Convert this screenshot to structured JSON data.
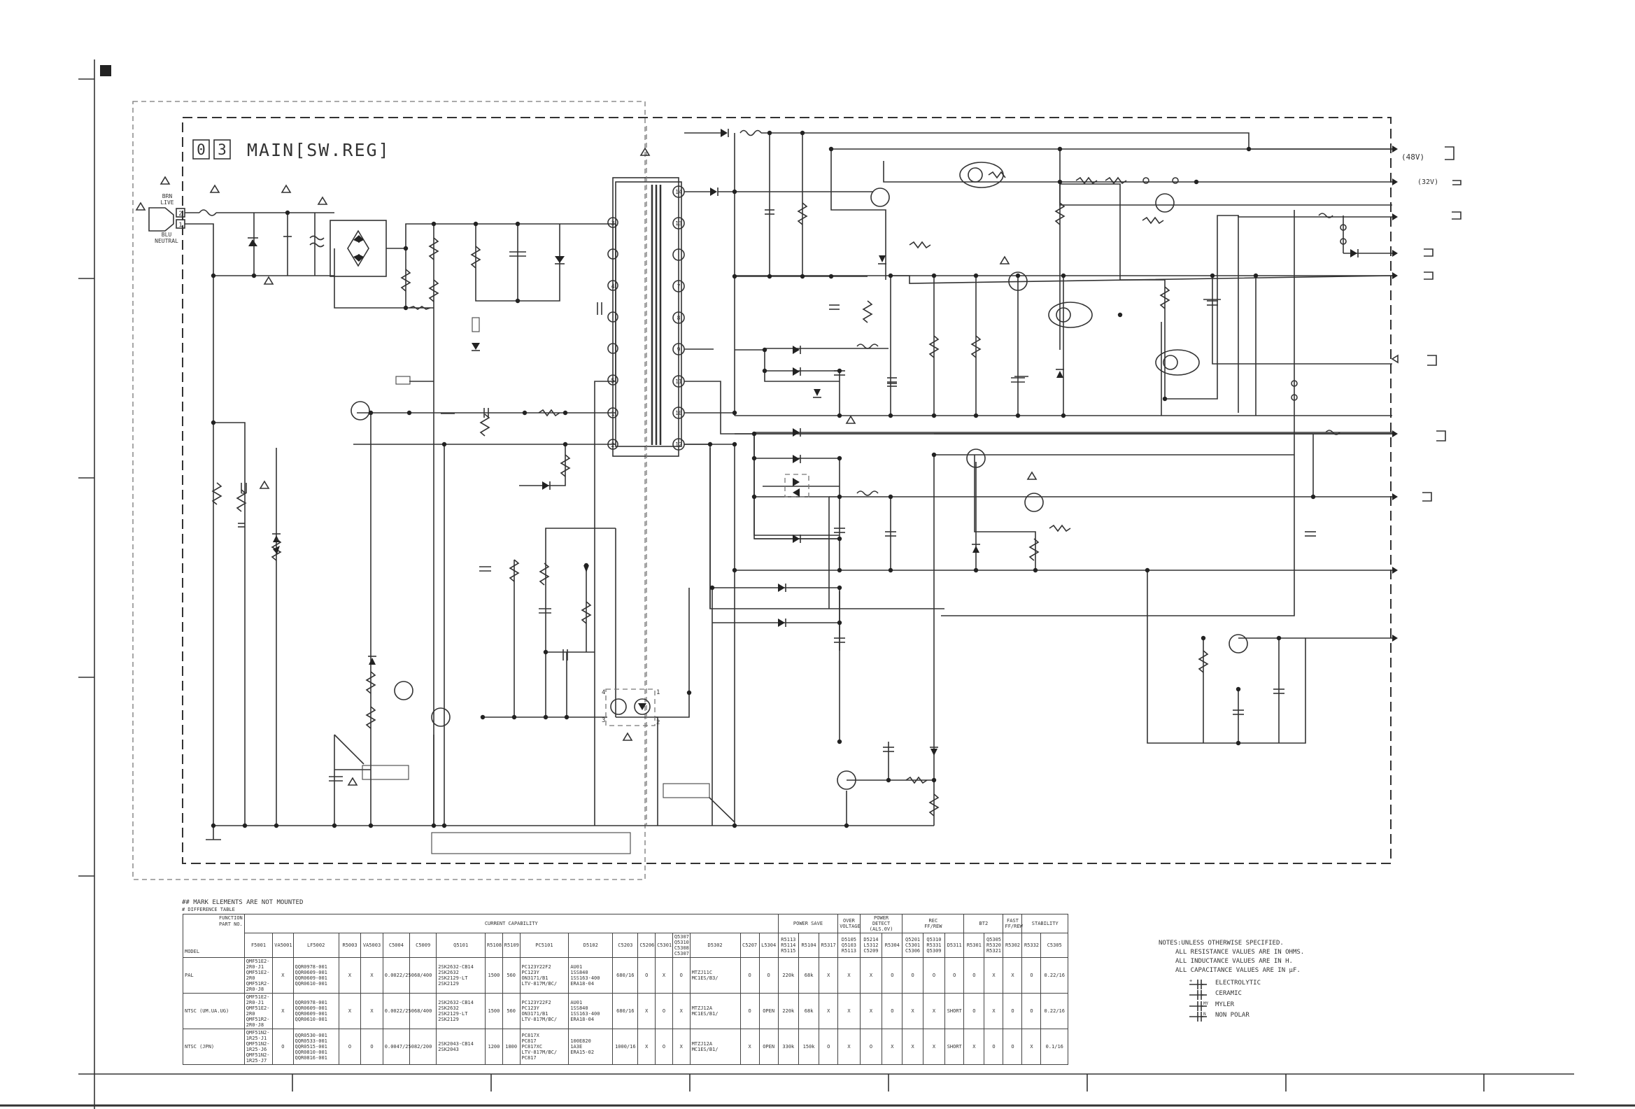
{
  "board": {
    "code_digits": [
      "0",
      "3"
    ],
    "title": "MAIN[SW.REG]"
  },
  "ac_input": {
    "live_label": "BRN\nLIVE",
    "neutral_label": "BLU\nNEUTRAL",
    "pin_top": "2",
    "pin_bottom": "1"
  },
  "outputs": [
    {
      "label": "(48V)"
    },
    {
      "label": "(32V)"
    }
  ],
  "transformer_pins": {
    "left": [
      "3",
      "4",
      "5",
      "1",
      "2"
    ],
    "right": [
      "14",
      "13",
      "7",
      "8",
      "9",
      "11",
      "10",
      "12"
    ]
  },
  "photocoupler_pins": {
    "p4": "4",
    "p1": "1",
    "p3": "3",
    "p2": "2"
  },
  "notes": {
    "not_mounted": "## MARK ELEMENTS ARE NOT MOUNTED",
    "difference_table": "# DIFFERENCE TABLE"
  },
  "difference_table": {
    "corner_function": "FUNCTION",
    "corner_part_no": "PART NO.",
    "corner_model": "MODEL",
    "groups": {
      "current_capability": "CURRENT CAPABILITY",
      "power_save": "POWER SAVE",
      "over_voltage": "OVER\nVOLTAGE",
      "power_detect": "POWER\nDETECT\n(ALS.0V)",
      "rec_ff_rew": "REC\nFF/REW",
      "bt2": "BT2",
      "fast_ff_rew": "FAST\nFF/REW",
      "stability": "STABILITY"
    },
    "columns": [
      "F5001",
      "VA5001",
      "LF5002",
      "R5003",
      "VA5003",
      "C5004",
      "C5009",
      "Q5101",
      "R5108",
      "R5109",
      "PC5101",
      "D5102",
      "C5203",
      "C5206",
      "C5301",
      "Q5307\nQ5310\nC5308\nC5307",
      "D5302",
      "C5207",
      "L5304",
      "R5113\nR5114\nR5115",
      "R5104",
      "R5317",
      "D5105\nQ5103\nR5113",
      "D5214\nL5312\nC5209",
      "R5304",
      "Q5201\nC5301\nC5306",
      "Q5310\nR5331\nQ5309",
      "D5311",
      "R5301",
      "Q5305\nR5320\nR5321",
      "R5302",
      "R5332",
      "C5305"
    ],
    "rows": [
      {
        "model": "PAL",
        "cells": [
          "QMF51E2-2R0-J1\nQMF51E2-2R0\nQMF51R2-2R0-J8",
          "X",
          "QQR0978-001\nQQR0609-001\nQQR0609-001\nQQR0610-001",
          "X",
          "X",
          "0.0022/250",
          "68/400",
          "2SK2632-CB14\n2SK2632\n2SK2129-LT\n2SK2129",
          "1500",
          "560",
          "PC123Y22F2\nPC123Y\nON3171/B1\nLTV-817M/BC/",
          "AU01\n1SS840\n1SS163-400\nERA18-04",
          "680/16",
          "O",
          "X",
          "O",
          "MTZJ11C\nMC1ES/B3/",
          "O",
          "O",
          "220k",
          "68k",
          "X",
          "X",
          "X",
          "O",
          "O",
          "O",
          "O",
          "O",
          "X",
          "X",
          "O",
          "0.22/16"
        ]
      },
      {
        "model": "NTSC (UM.UA.UG)",
        "cells": [
          "QMF51E2-2R0-J1\nQMF51E2-2R0\nQMF51R2-2R0-J8",
          "X",
          "QQR0978-001\nQQR0609-001\nQQR0609-001\nQQR0610-001",
          "X",
          "X",
          "0.0022/250",
          "68/400",
          "2SK2632-CB14\n2SK2632\n2SK2129-LT\n2SK2129",
          "1500",
          "560",
          "PC123Y22F2\nPC123Y\nON3171/B1\nLTV-817M/BC/",
          "AU01\n1SS840\n1SS163-400\nERA18-04",
          "680/16",
          "X",
          "O",
          "X",
          "MTZJ12A\nMC1ES/B1/",
          "O",
          "OPEN",
          "220k",
          "68k",
          "X",
          "X",
          "X",
          "O",
          "X",
          "X",
          "SHORT",
          "O",
          "X",
          "O",
          "O",
          "0.22/16"
        ]
      },
      {
        "model": "NTSC (JPN)",
        "cells": [
          "QMF51N2-1R25-J1\nQMF51N2-1R25-J6\nQMF51N2-1R25-J7",
          "O",
          "QQR0530-001\nQQR0533-001\nQQR0515-001\nQQR0810-001\nQQR0816-001",
          "O",
          "O",
          "0.0047/250",
          "82/200",
          "2SK2043-CB14\n2SK2043",
          "1200",
          "1800",
          "PC817X\nPC817\nPC817XC\nLTV-817M/BC/\nPC817",
          "100E820\n1A3E\nERA15-02",
          "1000/16",
          "X",
          "O",
          "X",
          "MTZJ12A\nMC1ES/B1/",
          "X",
          "OPEN",
          "330k",
          "150k",
          "O",
          "X",
          "O",
          "X",
          "X",
          "X",
          "SHORT",
          "X",
          "O",
          "O",
          "X",
          "0.1/16"
        ]
      }
    ]
  },
  "legend": {
    "notes_header": "NOTES:UNLESS OTHERWISE SPECIFIED.",
    "resistance": "ALL RESISTANCE VALUES ARE IN OHMS.",
    "inductance": "ALL INDUCTANCE VALUES ARE IN H.",
    "capacitance": "ALL CAPACITANCE VALUES ARE IN μF.",
    "electrolytic": "ELECTROLYTIC",
    "ceramic": "CERAMIC",
    "myler": "MYLER",
    "non_polar": "NON POLAR",
    "sym_plus": "+",
    "sym_my": "MY",
    "sym_n": "N"
  }
}
